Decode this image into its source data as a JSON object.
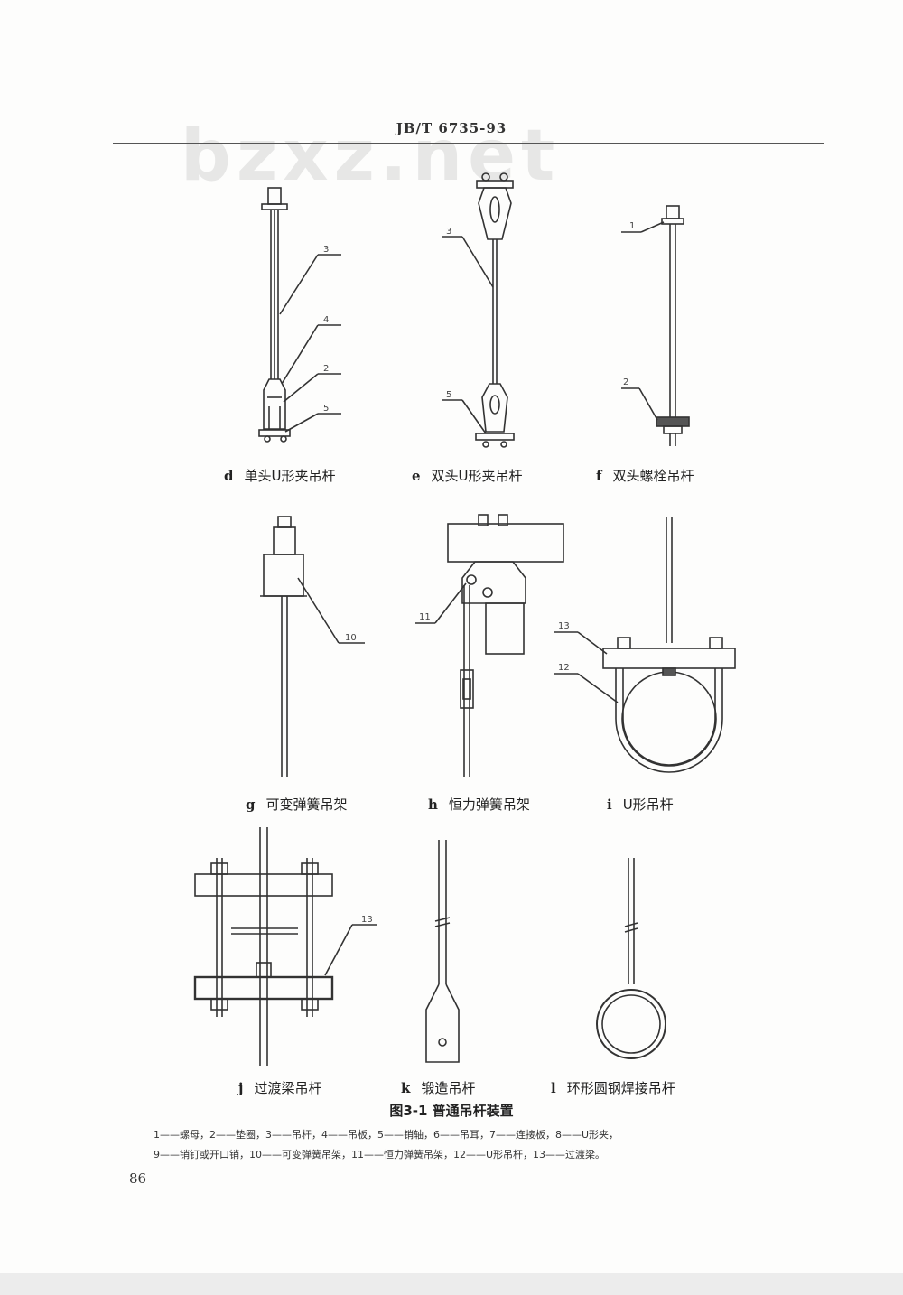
{
  "header": {
    "code": "JB/T 6735-93"
  },
  "watermark": "bzxz.net",
  "figures": [
    {
      "letter": "d",
      "caption": "单头U形夹吊杆"
    },
    {
      "letter": "e",
      "caption": "双头U形夹吊杆"
    },
    {
      "letter": "f",
      "caption": "双头螺栓吊杆"
    },
    {
      "letter": "g",
      "caption": "可变弹簧吊架"
    },
    {
      "letter": "h",
      "caption": "恒力弹簧吊架"
    },
    {
      "letter": "i",
      "caption": "U形吊杆"
    },
    {
      "letter": "j",
      "caption": "过渡梁吊杆"
    },
    {
      "letter": "k",
      "caption": "锻造吊杆"
    },
    {
      "letter": "l",
      "caption": "环形圆钢焊接吊杆"
    }
  ],
  "callouts": {
    "d": [
      "3",
      "4",
      "2",
      "5"
    ],
    "e": [
      "3",
      "5"
    ],
    "f": [
      "1",
      "2"
    ],
    "g": [
      "10"
    ],
    "h": [
      "11"
    ],
    "i": [
      "13",
      "12"
    ],
    "j": [
      "13"
    ]
  },
  "figure_title": "图3-1  普通吊杆装置",
  "legend": {
    "line1": "1——螺母，2——垫圈，3——吊杆，4——吊板，5——销轴，6——吊耳，7——连接板，8——U形夹，",
    "line2": "9——销钉或开口销，10——可变弹簧吊架，11——恒力弹簧吊架，12——U形吊杆，13——过渡梁。"
  },
  "page_number": "86"
}
